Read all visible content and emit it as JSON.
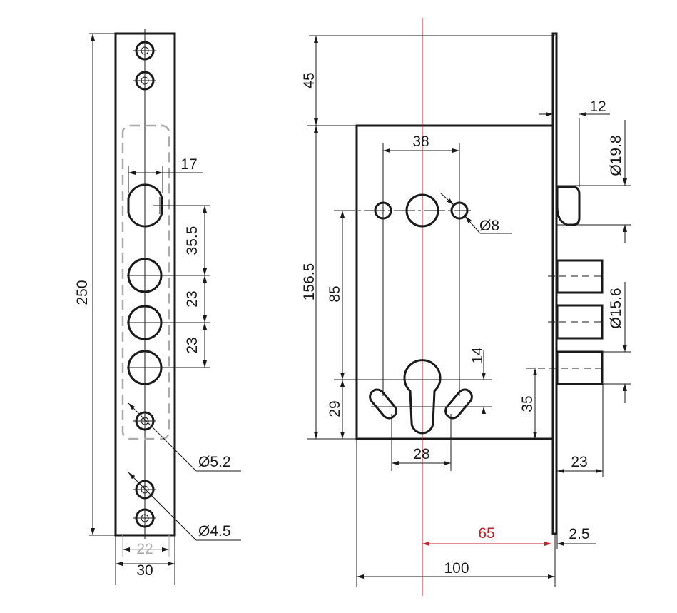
{
  "faceplate_view": {
    "height": "250",
    "width": "30",
    "inner_width": "22",
    "spindle_width": "17",
    "spacing_1": "35.5",
    "spacing_2": "23",
    "spacing_3": "23",
    "screw_large": "Ø5.2",
    "screw_small": "Ø4.5"
  },
  "body_view": {
    "top_offset": "45",
    "body_height": "156.5",
    "handle_spacing": "38",
    "hole_diameter": "Ø8",
    "center_distance": "85",
    "bottom_offset": "29",
    "cylinder_offset": "14",
    "slot_spacing": "28",
    "bolt_height": "35",
    "latch_protrusion": "12",
    "latch_diameter": "Ø19.8",
    "bolt_diameter": "Ø15.6",
    "bolt_protrusion": "23",
    "faceplate_thickness": "2.5",
    "backset": "65",
    "body_depth": "100"
  },
  "colors": {
    "line": "#1a1a1a",
    "hidden": "#aaaaaa",
    "backset": "#c0202a"
  }
}
